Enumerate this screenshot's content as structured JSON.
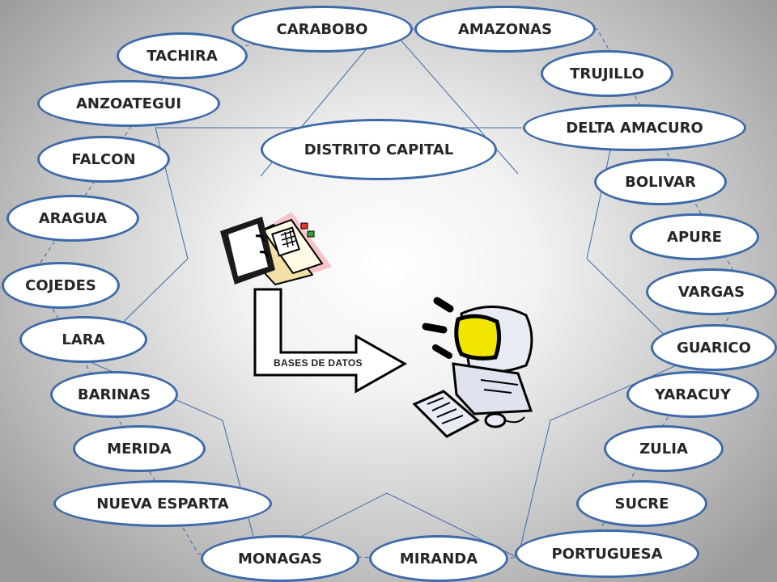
{
  "states": [
    "CARABOBO",
    "AMAZONAS",
    "TACHIRA",
    "TRUJILLO",
    "ANZOATEGUI",
    "DELTA AMACURO",
    "DISTRITO CAPITAL",
    "FALCON",
    "BOLIVAR",
    "ARAGUA",
    "APURE",
    "COJEDES",
    "VARGAS",
    "LARA",
    "GUARICO",
    "BARINAS",
    "YARACUY",
    "MERIDA",
    "ZULIA",
    "NUEVA ESPARTA",
    "SUCRE",
    "MONAGAS",
    "MIRANDA",
    "PORTUGUESA"
  ],
  "arrow_label": "BASES DE DATOS",
  "colors": {
    "ellipse_border": "#3d6aa8",
    "connector_line": "#3d6aa8",
    "monitor_screen": "#f2e600",
    "folder_backing": "#f7c3c8"
  },
  "icons": [
    "binder-folder-icon",
    "computer-icon",
    "arrow-icon"
  ]
}
